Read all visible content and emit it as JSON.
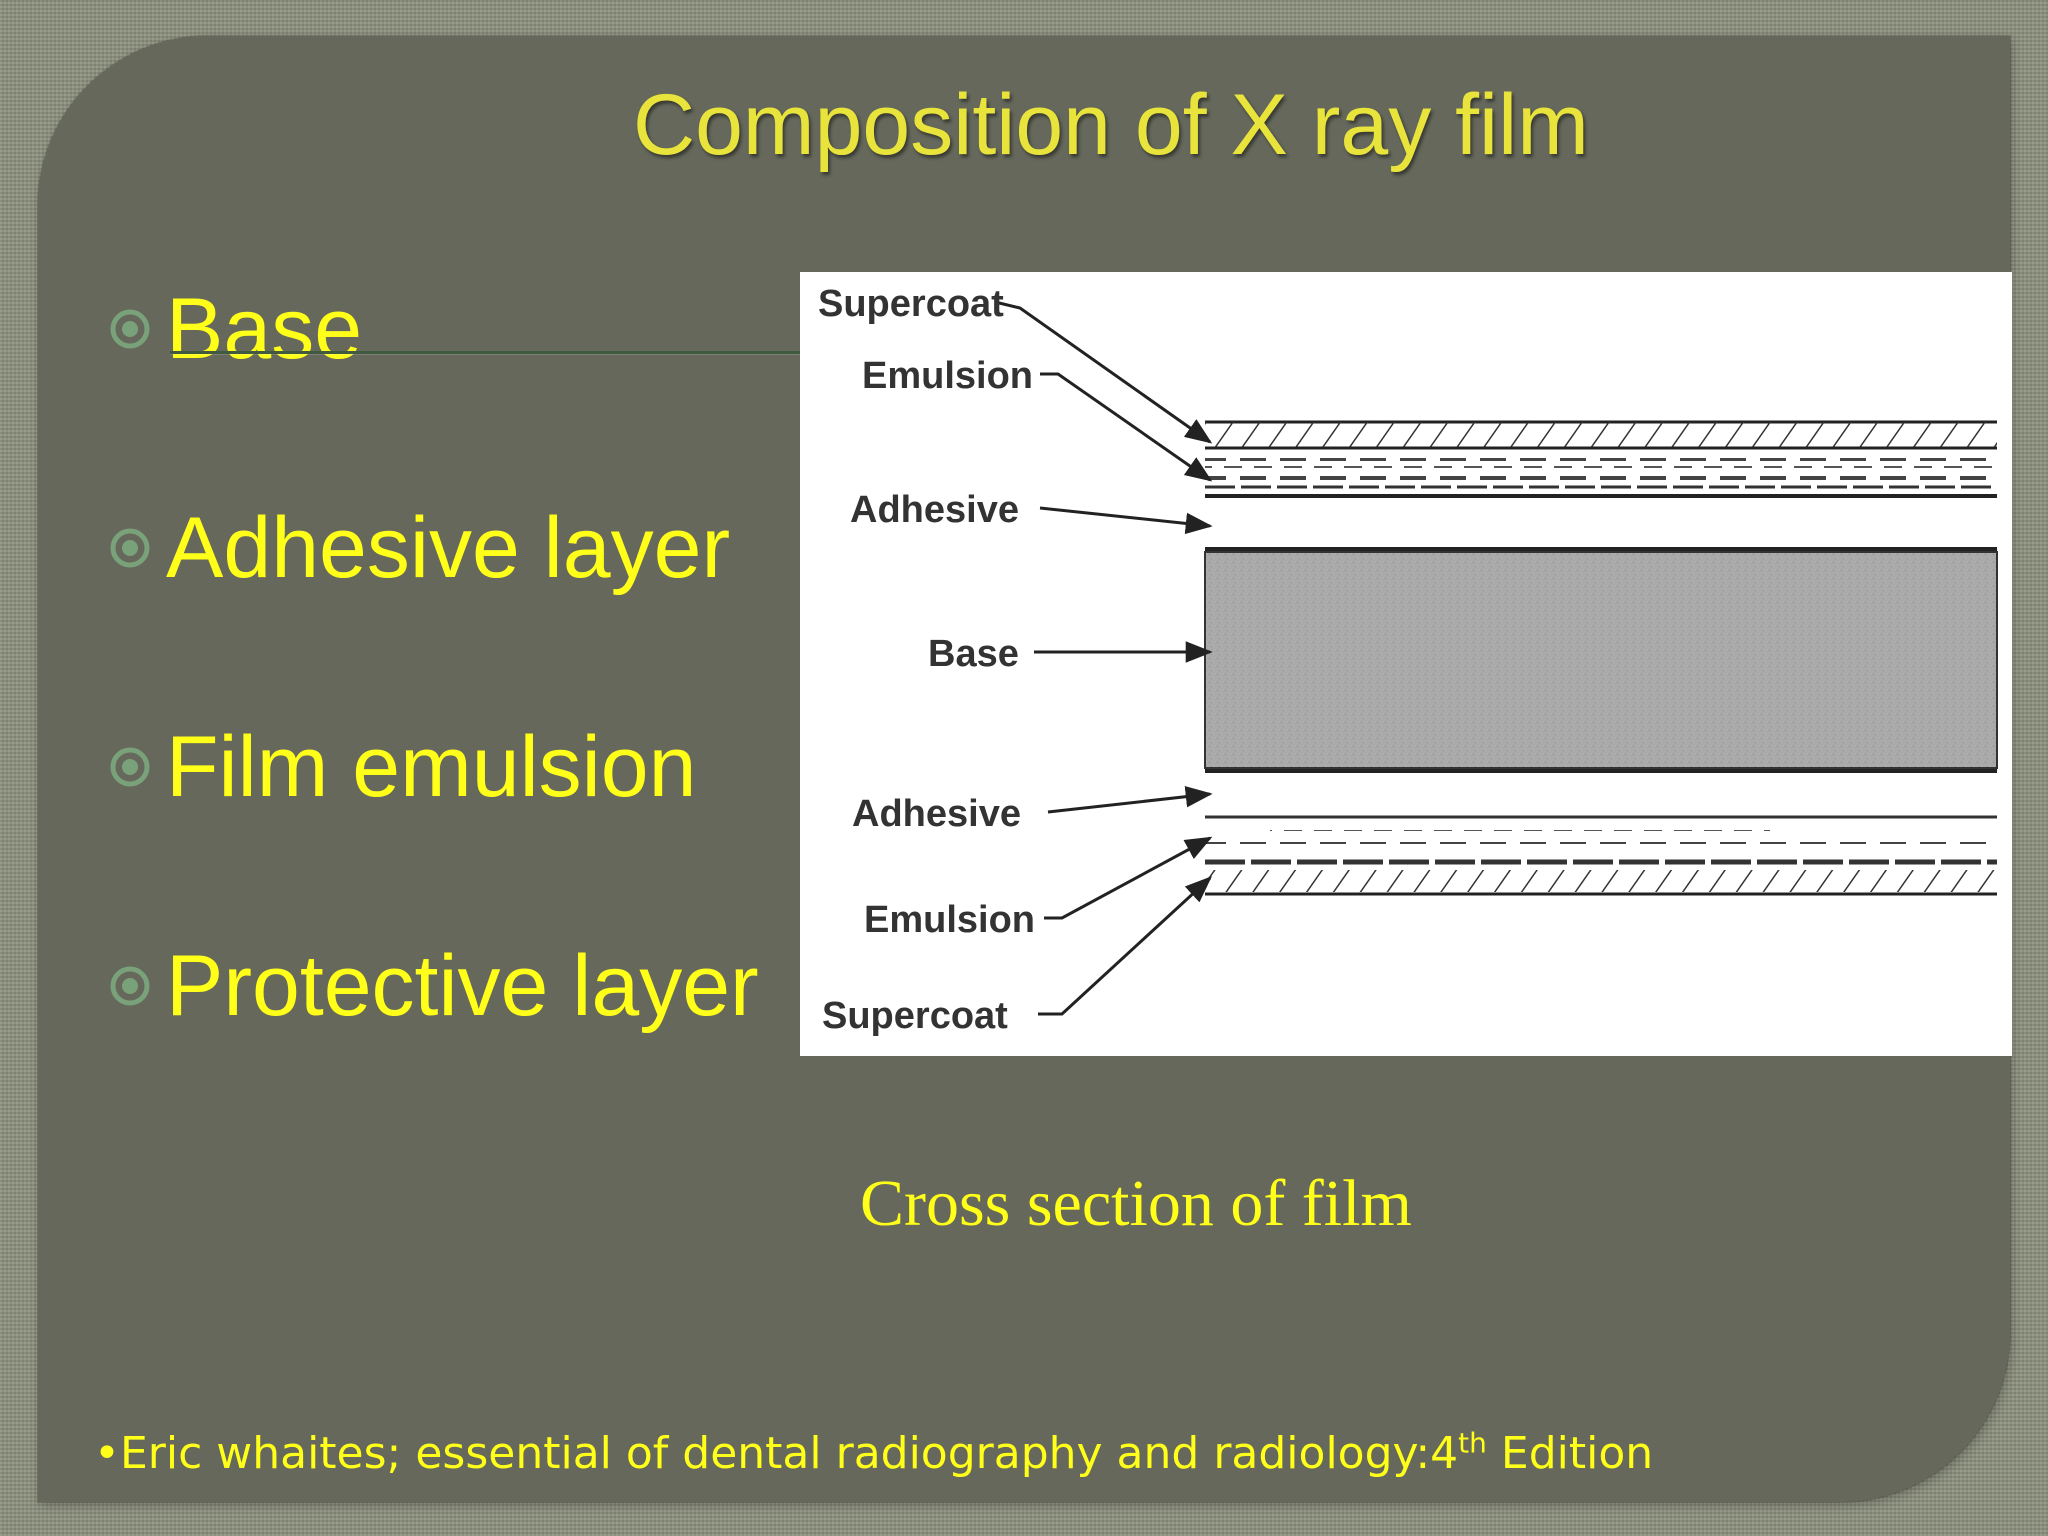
{
  "slide": {
    "title": "Composition of  X ray film",
    "bullets": [
      {
        "label": "Base"
      },
      {
        "label": "Adhesive layer"
      },
      {
        "label": "Film emulsion"
      },
      {
        "label": "Protective layer"
      }
    ],
    "figure": {
      "labels": {
        "supercoat_top": "Supercoat",
        "emulsion_top": "Emulsion",
        "adhesive_top": "Adhesive",
        "base": "Base",
        "adhesive_bottom": "Adhesive",
        "emulsion_bottom": "Emulsion",
        "supercoat_bottom": "Supercoat"
      },
      "caption": "Cross section of film"
    },
    "citation": {
      "prefix": "•Eric whaites; essential of dental radiography and radiology:4",
      "superscript": "th",
      "suffix": " Edition"
    },
    "colors": {
      "slide_background": "#65685b",
      "title": "#e9e43c",
      "bullet_text": "#ffff19",
      "bullet_icon": "#7aa27a",
      "page_background": "#8d917e"
    },
    "icons": {
      "bullet": "target-circle-icon"
    }
  }
}
